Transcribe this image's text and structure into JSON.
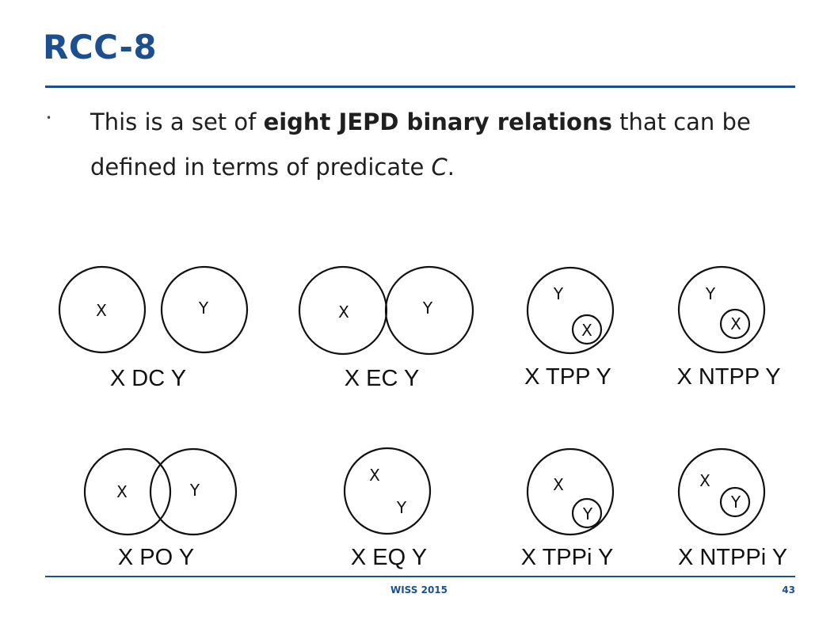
{
  "slide": {
    "title": "RCC-8",
    "bullet": {
      "before": "This is a set of ",
      "bold": "eight JEPD binary relations",
      "middle": " that can be defined in terms of predicate ",
      "italic": "C",
      "after": "."
    }
  },
  "diagram": {
    "relations": [
      {
        "label": "X DC Y",
        "outer": "X",
        "inner": "Y"
      },
      {
        "label": "X EC Y",
        "outer": "X",
        "inner": "Y"
      },
      {
        "label": "X TPP Y",
        "outer": "Y",
        "inner": "X"
      },
      {
        "label": "X NTPP Y",
        "outer": "Y",
        "inner": "X"
      },
      {
        "label": "X PO Y",
        "outer": "X",
        "inner": "Y"
      },
      {
        "label": "X EQ Y",
        "outer": "X",
        "inner": "Y"
      },
      {
        "label": "X TPPi Y",
        "outer": "X",
        "inner": "Y"
      },
      {
        "label": "X NTPPi Y",
        "outer": "X",
        "inner": "Y"
      }
    ]
  },
  "footer": {
    "event": "WISS 2015",
    "page": "43"
  }
}
